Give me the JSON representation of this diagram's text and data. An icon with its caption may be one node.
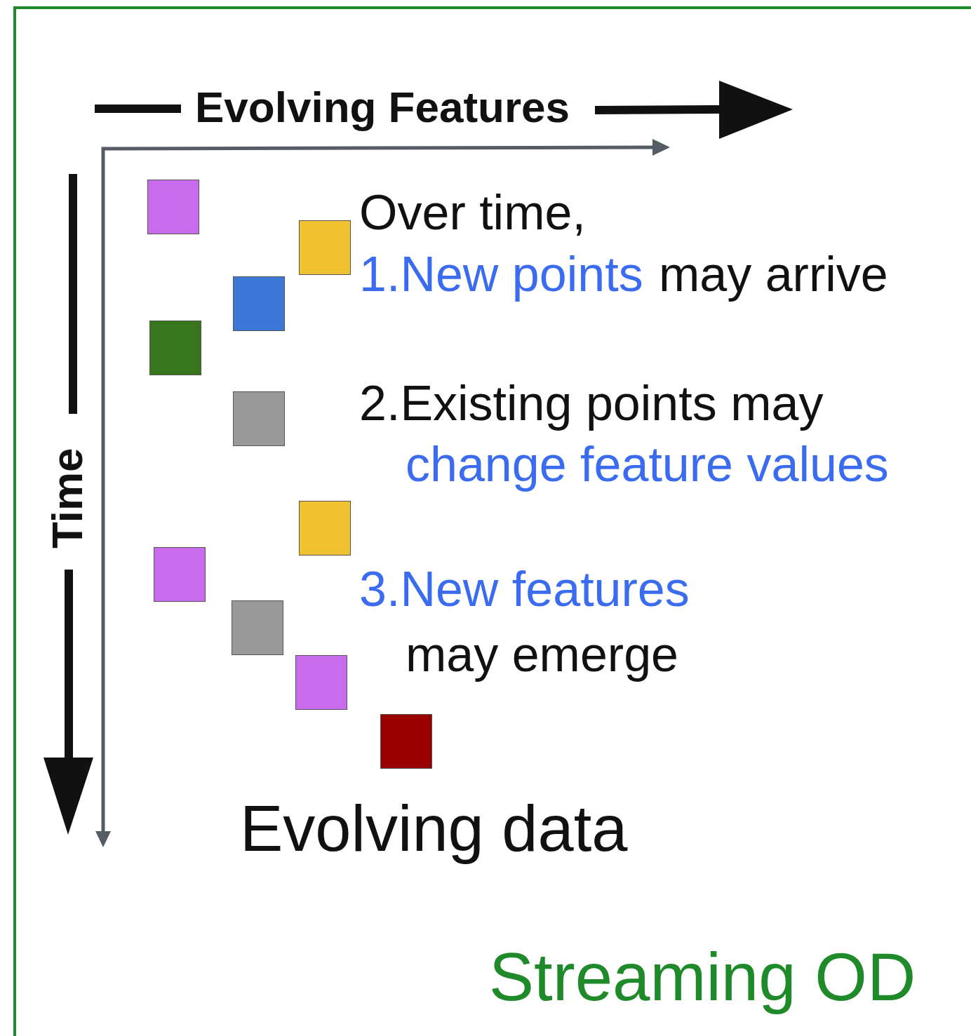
{
  "diagram": {
    "caption": "Streaming OD",
    "nodes": [
      {
        "text": [],
        "shape": "box"
      },
      {
        "text": [],
        "shape": "box"
      },
      {
        "text": [],
        "shape": "box"
      },
      {
        "text": [],
        "shape": "box"
      },
      {
        "text": [],
        "shape": "box"
      },
      {
        "text": [],
        "shape": "box"
      },
      {
        "text": [],
        "shape": "box"
      },
      {
        "text": [],
        "shape": "box"
      },
      {
        "text": [],
        "shape": "box"
      },
      {
        "text": [],
        "shape": "box"
      }
    ],
    "labels": [
      "Evolving Features",
      "Time",
      "Over time,",
      "1.New points",
      "may arrive",
      "2.Existing points may",
      "change feature values",
      "3.New features",
      "may emerge",
      "Evolving data"
    ]
  }
}
